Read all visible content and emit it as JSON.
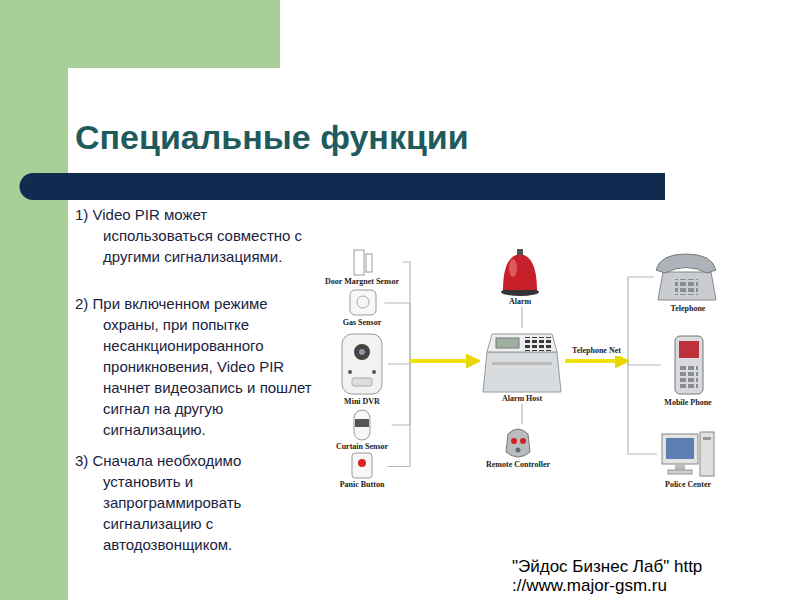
{
  "diagram": {
    "title": "Специальные функции",
    "nodes": [
      {
        "text": [
          "Door Margnet Sensor"
        ]
      },
      {
        "text": [
          "Gas Sensor"
        ]
      },
      {
        "text": [
          "Mini DVR"
        ]
      },
      {
        "text": [
          "Curtain Sensor"
        ]
      },
      {
        "text": [
          "Panic Button"
        ]
      },
      {
        "text": [
          "Alarm"
        ]
      },
      {
        "text": [
          "Alarm Host"
        ]
      },
      {
        "text": [
          "Remote Controller"
        ]
      },
      {
        "text": [
          "Telephone"
        ]
      },
      {
        "text": [
          "Mobile Phone"
        ]
      },
      {
        "text": [
          "Police Center"
        ]
      }
    ],
    "edges": [
      {
        "from": 0,
        "to": 6,
        "arrow": "to"
      },
      {
        "from": 1,
        "to": 6,
        "arrow": "to"
      },
      {
        "from": 2,
        "to": 6,
        "arrow": "to"
      },
      {
        "from": 3,
        "to": 6,
        "arrow": "to"
      },
      {
        "from": 4,
        "to": 6,
        "arrow": "to"
      },
      {
        "from": 6,
        "to": 5,
        "arrow": "none"
      },
      {
        "from": 6,
        "to": 7,
        "arrow": "none"
      },
      {
        "from": 6,
        "to": 8,
        "arrow": "to"
      },
      {
        "from": 6,
        "to": 9,
        "label": "Telephone Net",
        "arrow": "to"
      },
      {
        "from": 6,
        "to": 10,
        "arrow": "to"
      }
    ],
    "labels": [
      "1) Video PIR может использоваться совместно с другими сигнализациями.",
      "2) При включенном режиме охраны, при попытке несанкционированного проникновения, Video PIR начнет видеозапись и пошлет сигнал на другую сигнализацию.",
      "3) Сначала необходимо установить и запрограммировать сигнализацию с автодозвонщиком.",
      "\"Эйдос Бизнес Лаб\" http ://www.major-gsm.ru"
    ]
  }
}
